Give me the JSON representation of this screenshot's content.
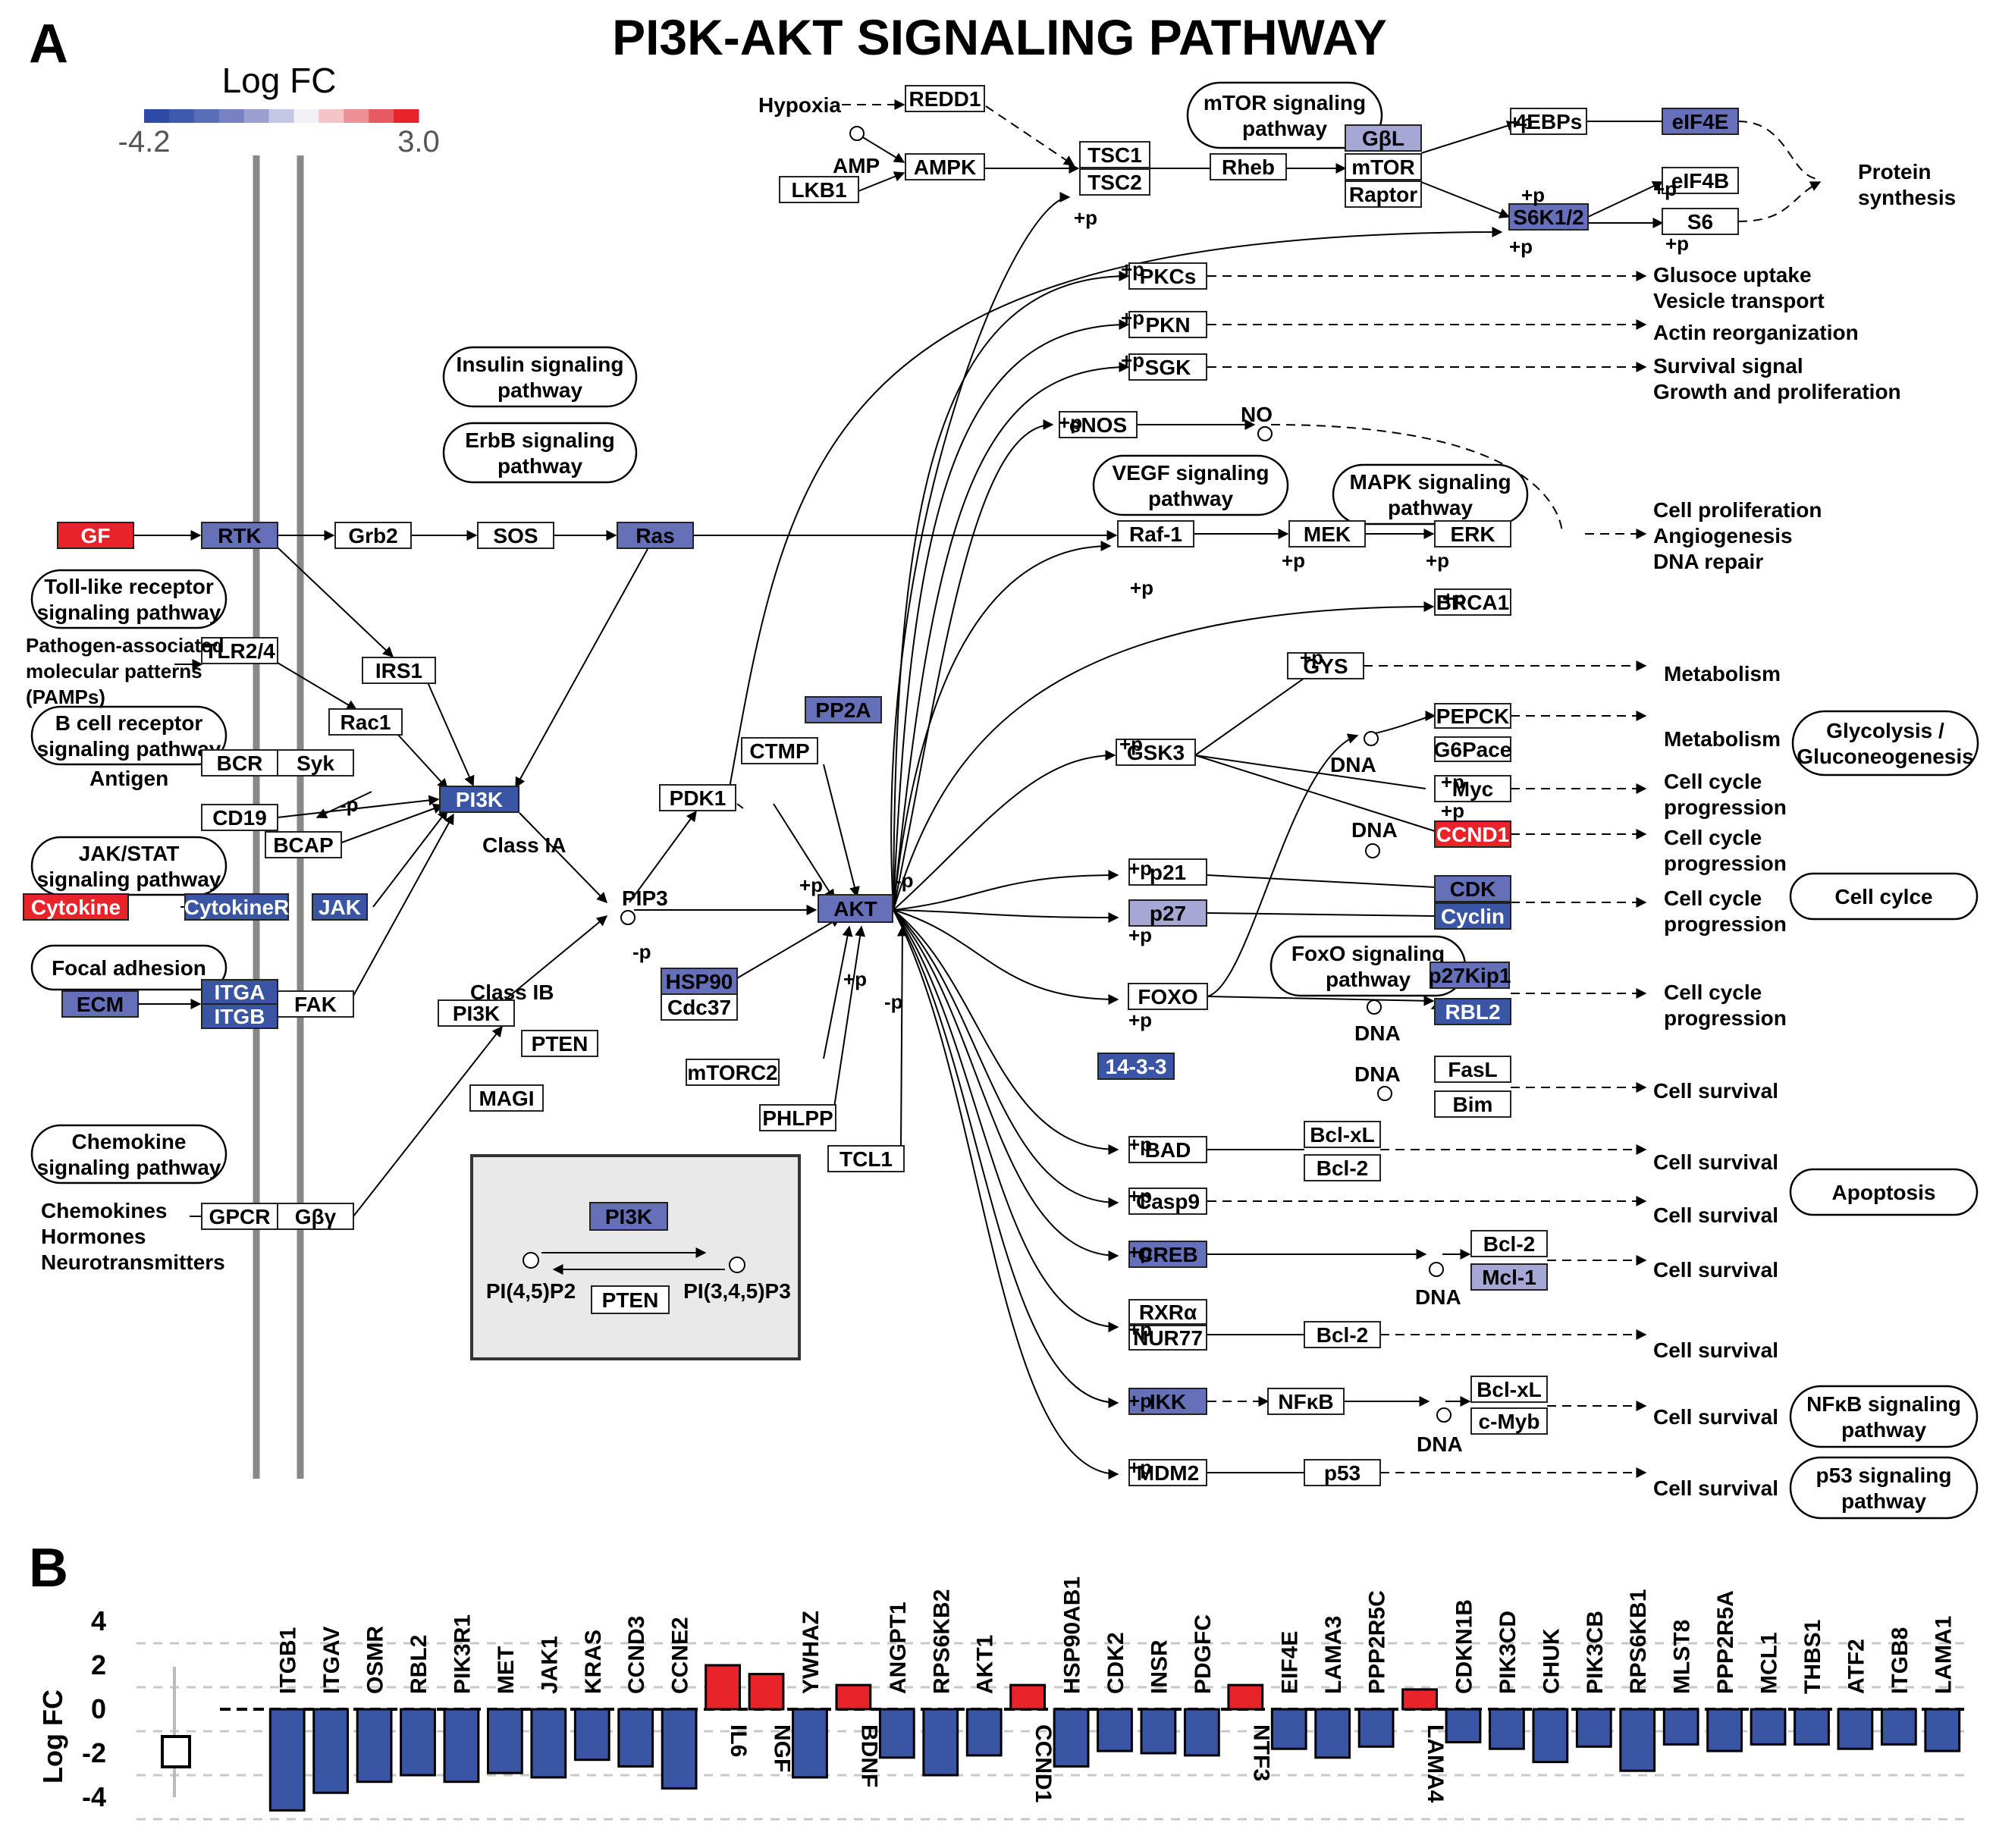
{
  "panels": {
    "a": "A",
    "b": "B"
  },
  "title": "PI3K-AKT SIGNALING PATHWAY",
  "colors": {
    "up": "#e8232a",
    "down_strong": "#3a55a4",
    "down_mid": "#6670b8",
    "down_light": "#a7a7d6",
    "neutral": "#ffffff"
  },
  "legend": {
    "title": "Log FC",
    "min": "-4.2",
    "max": "3.0",
    "gradient_colors": [
      "#2c4aa6",
      "#3f59ae",
      "#5a6db8",
      "#7881c2",
      "#9b9fd0",
      "#c5c6e4",
      "#f0f0f6",
      "#f4c4c8",
      "#ee8f97",
      "#e85a63",
      "#e8232a"
    ]
  },
  "diagram": {
    "nodes": {
      "gf": "GF",
      "rtk": "RTK",
      "grb2": "Grb2",
      "sos": "SOS",
      "ras": "Ras",
      "tlr24": "TLR2/4",
      "irs1": "IRS1",
      "rac1": "Rac1",
      "bcr": "BCR",
      "syk": "Syk",
      "cd19": "CD19",
      "bcap": "BCAP",
      "pi3k_ia": "PI3K",
      "cytokine": "Cytokine",
      "cytokiner": "CytokineR",
      "jak": "JAK",
      "ecm": "ECM",
      "itga": "ITGA",
      "itgb": "ITGB",
      "fak": "FAK",
      "pi3k_ib": "PI3K",
      "pten": "PTEN",
      "magi": "MAGI",
      "gpcr": "GPCR",
      "gbg": "Gβγ",
      "pdk1": "PDK1",
      "ctmp": "CTMP",
      "pp2a": "PP2A",
      "akt": "AKT",
      "hsp90": "HSP90",
      "cdc37": "Cdc37",
      "mtorc2": "mTORC2",
      "phlpp": "PHLPP",
      "tcl1": "TCL1",
      "redd1": "REDD1",
      "ampk": "AMPK",
      "lkb1": "LKB1",
      "tsc1": "TSC1",
      "tsc2": "TSC2",
      "rheb": "Rheb",
      "gbl": "GβL",
      "mtor": "mTOR",
      "raptor": "Raptor",
      "ebp4": "4EBPs",
      "eif4e": "eIF4E",
      "eif4b": "eIF4B",
      "s6k12": "S6K1/2",
      "s6": "S6",
      "pkcs": "PKCs",
      "pkn": "PKN",
      "sgk": "SGK",
      "enos": "eNOS",
      "raf1": "Raf-1",
      "mek": "MEK",
      "erk": "ERK",
      "brca1": "BRCA1",
      "gys": "GYS",
      "gsk3": "GSK3",
      "pepck": "PEPCK",
      "g6pace": "G6Pace",
      "myc": "Myc",
      "ccnd1": "CCND1",
      "p21": "p21",
      "p27": "p27",
      "cdk": "CDK",
      "cyclin": "Cyclin",
      "foxo": "FOXO",
      "p27kip1": "p27Kip1",
      "rbl2": "RBL2",
      "fasl": "FasL",
      "bim": "Bim",
      "p1433": "14-3-3",
      "bad": "BAD",
      "bclxl_1": "Bcl-xL",
      "bcl2_1": "Bcl-2",
      "casp9": "Casp9",
      "creb": "CREB",
      "bcl2_2": "Bcl-2",
      "mcl1": "Mcl-1",
      "rxra": "RXRα",
      "nur77": "NUR77",
      "bcl2_3": "Bcl-2",
      "ikk": "IKK",
      "nfkb": "NFκB",
      "bclxl_2": "Bcl-xL",
      "cmyb": "c-Myb",
      "mdm2": "MDM2",
      "p53": "p53",
      "inset_pi3k": "PI3K",
      "inset_pten": "PTEN"
    },
    "pathways": {
      "insulin": [
        "Insulin signaling",
        "pathway"
      ],
      "erbb": [
        "ErbB signaling",
        "pathway"
      ],
      "tlr": [
        "Toll-like receptor",
        "signaling pathway"
      ],
      "bcell": [
        "B cell receptor",
        "signaling pathway"
      ],
      "jakstat": [
        "JAK/STAT",
        "signaling pathway"
      ],
      "focal": [
        "Focal adhesion"
      ],
      "chemokine": [
        "Chemokine",
        "signaling pathway"
      ],
      "mtor": [
        "mTOR signaling",
        "pathway"
      ],
      "vegf": [
        "VEGF signaling",
        "pathway"
      ],
      "mapk": [
        "MAPK signaling",
        "pathway"
      ],
      "foxo": [
        "FoxO signaling",
        "pathway"
      ],
      "glycolysis": [
        "Glycolysis /",
        "Gluconeogenesis"
      ],
      "cellcycle": [
        "Cell cylce"
      ],
      "apoptosis": [
        "Apoptosis"
      ],
      "nfkb": [
        "NFκB signaling",
        "pathway"
      ],
      "p53": [
        "p53 signaling",
        "pathway"
      ]
    },
    "labels": {
      "pamps": [
        "Pathogen-associated",
        "molecular patterns",
        "(PAMPs)"
      ],
      "antigen": "Antigen",
      "chemokines": [
        "Chemokines",
        "Hormones",
        "Neurotransmitters"
      ],
      "class_ia": "Class IA",
      "class_ib": "Class IB",
      "pip3": "PIP3",
      "hypoxia": "Hypoxia",
      "amp": "AMP",
      "no": "NO",
      "dna": "DNA",
      "pi45p2": "PI(4,5)P2",
      "pi345p3": "PI(3,4,5)P3",
      "plus_p": "+p",
      "minus_p": "-p"
    },
    "outcomes": {
      "protein_synthesis": [
        "Protein",
        "synthesis"
      ],
      "glucose": [
        "Glusoce uptake",
        "Vesicle transport"
      ],
      "actin": [
        "Actin reorganization"
      ],
      "survival_growth": [
        "Survival signal",
        "Growth and proliferation"
      ],
      "cell_prolif": [
        "Cell proliferation",
        "Angiogenesis",
        "DNA repair"
      ],
      "metabolism": [
        "Metabolism"
      ],
      "cell_cycle": [
        "Cell cycle",
        "progression"
      ],
      "cell_survival": [
        "Cell survival"
      ]
    }
  },
  "chart_data": {
    "type": "bar",
    "ylabel": "Log FC",
    "ylim": [
      -4.8,
      4
    ],
    "yticks": [
      4,
      2,
      0,
      -2,
      -4
    ],
    "gridlines": [
      3,
      1,
      -1,
      -3,
      -5
    ],
    "categories": [
      "ITGB1",
      "ITGAV",
      "OSMR",
      "RBL2",
      "PIK3R1",
      "MET",
      "JAK1",
      "KRAS",
      "CCND3",
      "CCNE2",
      "IL6",
      "NGF",
      "YWHAZ",
      "BDNF",
      "ANGPT1",
      "RPS6KB2",
      "AKT1",
      "CCND1",
      "HSP90AB1",
      "CDK2",
      "INSR",
      "PDGFC",
      "NTF3",
      "EIF4E",
      "LAMA3",
      "PPP2R5C",
      "LAMA4",
      "CDKN1B",
      "PIK3CD",
      "CHUK",
      "PIK3CB",
      "RPS6KB1",
      "MLST8",
      "PPP2R5A",
      "MCL1",
      "THBS1",
      "ATF2",
      "ITGB8",
      "LAMA1"
    ],
    "values": [
      -4.6,
      -3.8,
      -3.3,
      -3.0,
      -3.3,
      -2.9,
      -3.1,
      -2.3,
      -2.6,
      -3.6,
      2.0,
      1.6,
      -3.1,
      1.1,
      -2.2,
      -3.0,
      -2.1,
      1.1,
      -2.6,
      -1.9,
      -2.0,
      -2.1,
      1.1,
      -1.8,
      -2.2,
      -1.7,
      0.9,
      -1.5,
      -1.8,
      -2.4,
      -1.7,
      -2.8,
      -1.6,
      -1.9,
      -1.6,
      -1.6,
      -1.8,
      -1.6,
      -1.9
    ]
  }
}
